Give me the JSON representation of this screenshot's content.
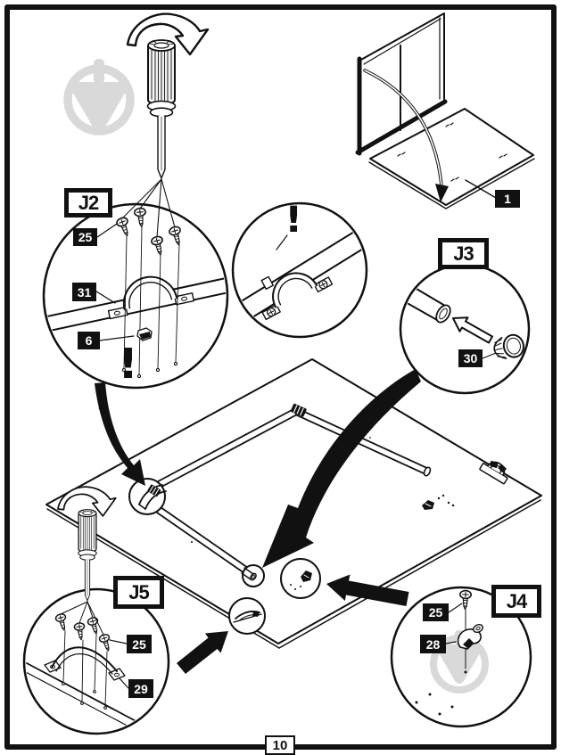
{
  "page": {
    "number": "10"
  },
  "steps": {
    "j2": "J2",
    "j3": "J3",
    "j4": "J4",
    "j5": "J5"
  },
  "parts": {
    "board": "1",
    "nut": "6",
    "screw": "25",
    "clip": "28",
    "handle": "29",
    "cap": "30",
    "clamp": "31"
  },
  "marks": {
    "attention": "!"
  },
  "colors": {
    "ink": "#111111",
    "paper": "#ffffff",
    "watermark": "#d9d9d9"
  }
}
